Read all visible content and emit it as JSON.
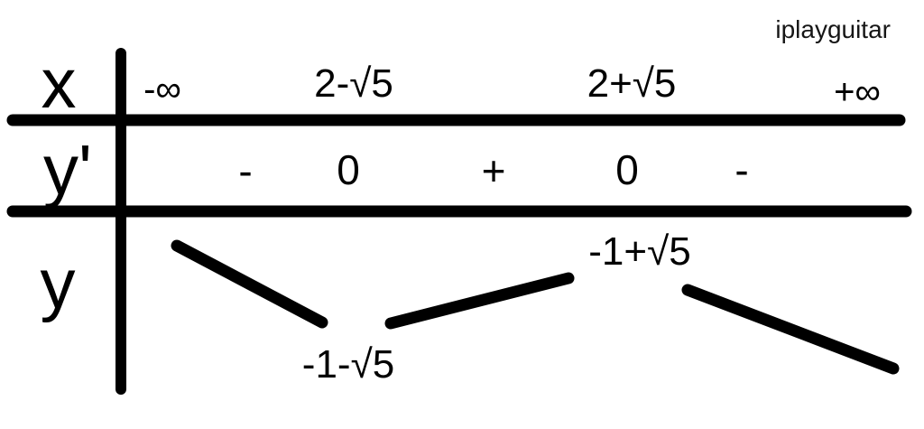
{
  "watermark": "iplayguitar",
  "colors": {
    "ink": "#000000",
    "background": "#ffffff",
    "watermark_ink": "#161616"
  },
  "table": {
    "row_headers": {
      "x": "x",
      "y_prime": "y'",
      "y": "y"
    },
    "x_values": [
      "-∞",
      "2-√5",
      "2+√5",
      "+∞"
    ],
    "derivative_signs": [
      "-",
      "0",
      "+",
      "0",
      "-"
    ],
    "y_row": {
      "local_min": "-1-√5",
      "local_max": "-1+√5",
      "variations": [
        "decreasing",
        "increasing",
        "decreasing"
      ]
    }
  }
}
